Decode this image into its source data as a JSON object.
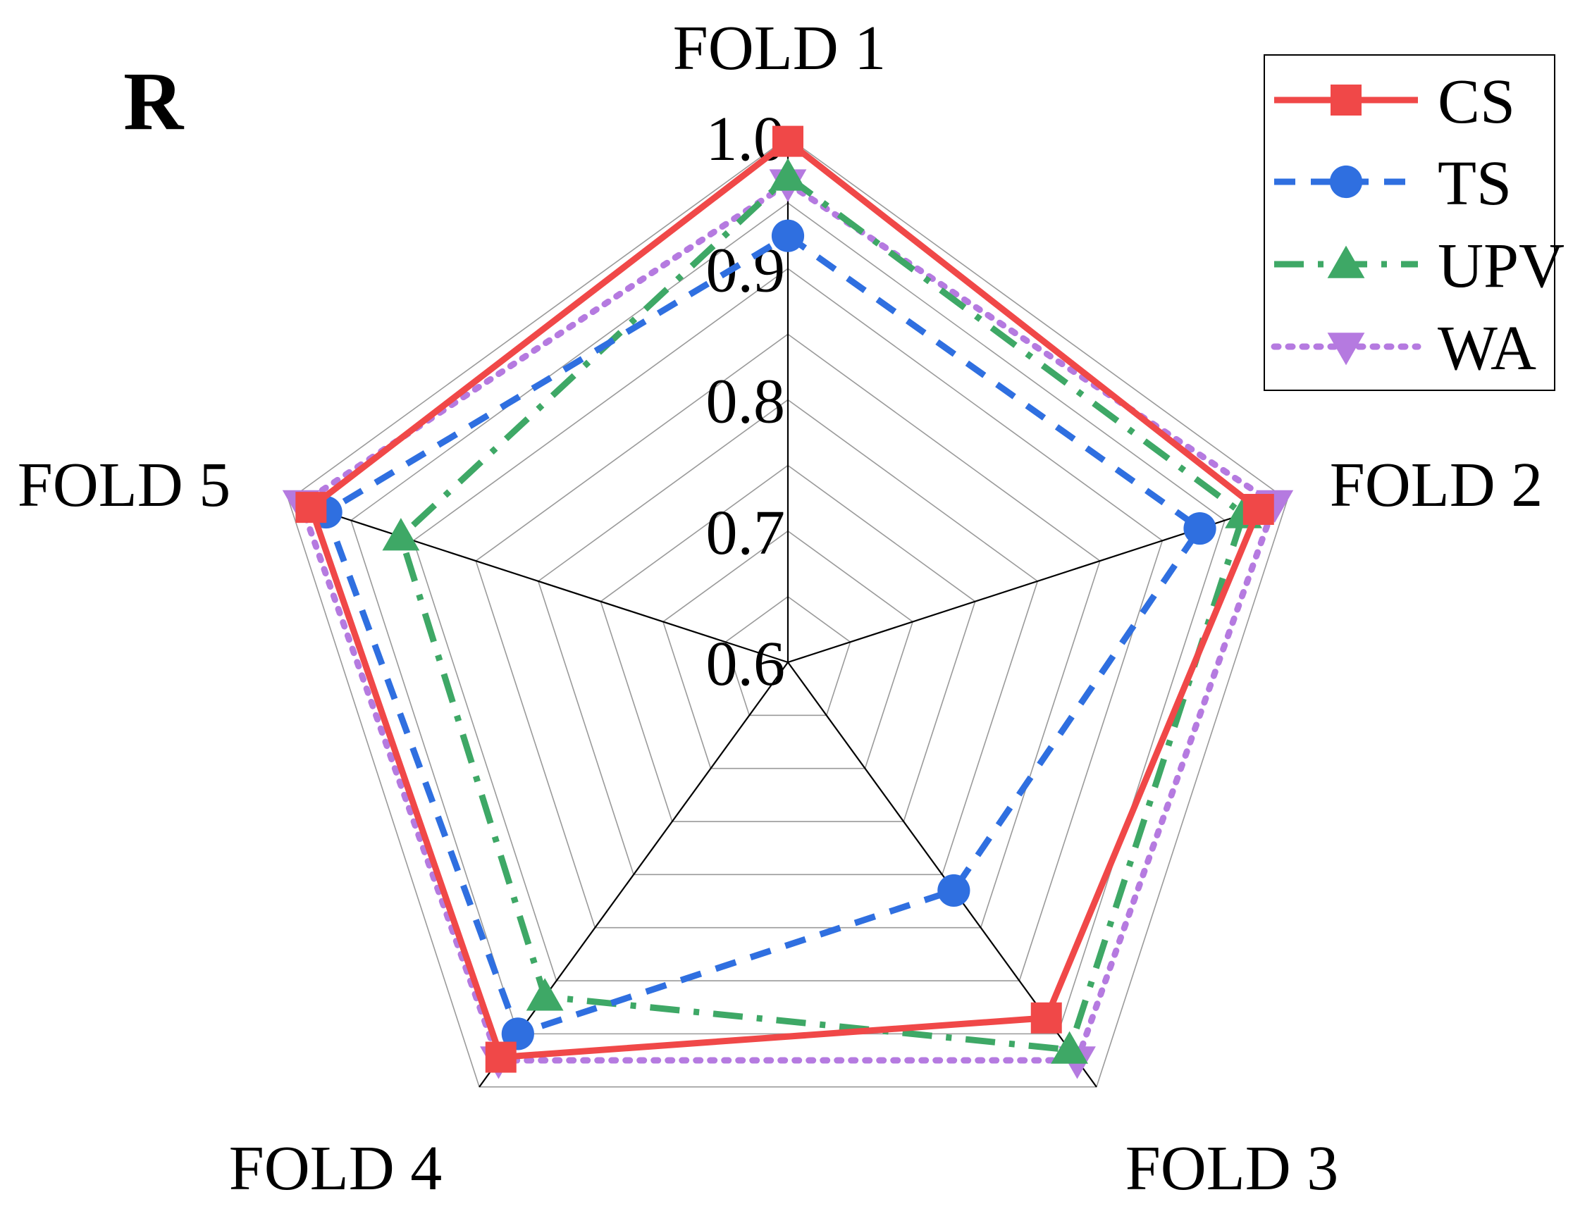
{
  "chart_data": {
    "type": "radar",
    "panel_label": "R",
    "axes": [
      "FOLD 1",
      "FOLD 2",
      "FOLD 3",
      "FOLD 4",
      "FOLD 5"
    ],
    "rlim": [
      0.6,
      1.0
    ],
    "ticks": [
      "0.6",
      "0.7",
      "0.8",
      "0.9",
      "1.0"
    ],
    "tick_values": [
      0.6,
      0.7,
      0.8,
      0.9,
      1.0
    ],
    "grid": true,
    "legend_position": "top-right",
    "series": [
      {
        "name": "CS",
        "color": "#f04848",
        "marker": "square",
        "line": "solid",
        "values": [
          0.997,
          0.977,
          0.935,
          0.972,
          0.982
        ]
      },
      {
        "name": "TS",
        "color": "#2f6fe0",
        "marker": "circle",
        "line": "dashed",
        "values": [
          0.925,
          0.93,
          0.815,
          0.95,
          0.97
        ]
      },
      {
        "name": "UPV",
        "color": "#3ea866",
        "marker": "triangle-up",
        "line": "dash-dot",
        "values": [
          0.97,
          0.965,
          0.965,
          0.915,
          0.91
        ]
      },
      {
        "name": "WA",
        "color": "#b57ae0",
        "marker": "triangle-down",
        "line": "dotted",
        "values": [
          0.965,
          0.99,
          0.975,
          0.975,
          0.99
        ]
      }
    ]
  }
}
